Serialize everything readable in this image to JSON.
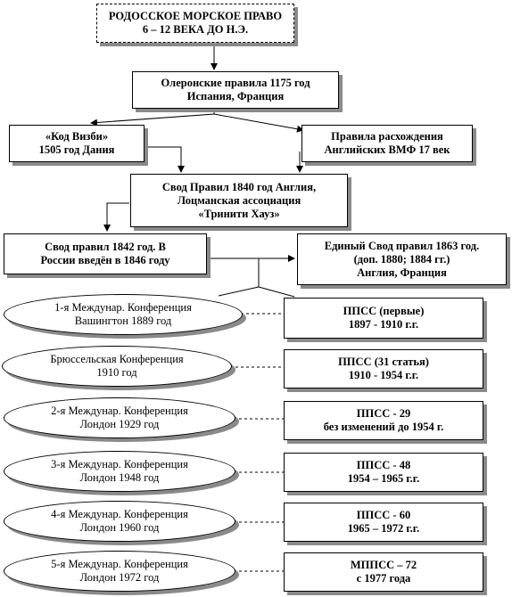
{
  "diagram": {
    "top": {
      "line1": "РОДОССКОЕ  МОРСКОЕ ПРАВО",
      "line2": "6 – 12 ВЕКА ДО Н.Э."
    },
    "oleron": {
      "line1": "Олеронские правила 1175 год",
      "line2": "Испания, Франция"
    },
    "visby": {
      "line1": "«Код Визби»",
      "line2": "1505 год Дания"
    },
    "navy_rules": {
      "line1": "Правила расхождения",
      "line2": "Английских  ВМФ 17 век"
    },
    "code_1840": {
      "line1": "Свод Правил 1840 год Англия,",
      "line2": "Лоцманская ассоциация",
      "line3": "«Тринити Хауз»"
    },
    "code_1842": {
      "line1": "Свод правил 1842 год. В",
      "line2": "России введён в 1846 году"
    },
    "code_1863": {
      "line1": "Единый Свод правил 1863 год.",
      "line2": "(доп. 1880; 1884 гг.)",
      "line3": "Англия, Франция"
    },
    "conferences": [
      {
        "line1": "1-я Междунар. Конференция",
        "line2": "Вашингтон 1889 год"
      },
      {
        "line1": "Брюссельская Конференция",
        "line2": "1910 год"
      },
      {
        "line1": "2-я Междунар. Конференция",
        "line2": "Лондон 1929 год"
      },
      {
        "line1": "3-я Междунар. Конференция",
        "line2": "Лондон 1948 год"
      },
      {
        "line1": "4-я Междунар. Конференция",
        "line2": "Лондон 1960 год"
      },
      {
        "line1": "5-я Междунар. Конференция",
        "line2": "Лондон 1972 год"
      }
    ],
    "rules": [
      {
        "line1": "ППСС (первые)",
        "line2": "1897 -  1910 г.г."
      },
      {
        "line1": "ППСС (31 статья)",
        "line2": "1910 -  1954 г.г."
      },
      {
        "line1": "ППСС - 29",
        "line2": "без изменений до 1954 г."
      },
      {
        "line1": "ППСС - 48",
        "line2": "1954 – 1965 г.г."
      },
      {
        "line1": "ППСС - 60",
        "line2": "1965 – 1972 г.г."
      },
      {
        "line1": "МППСС – 72",
        "line2": "с 1977 года"
      }
    ]
  }
}
